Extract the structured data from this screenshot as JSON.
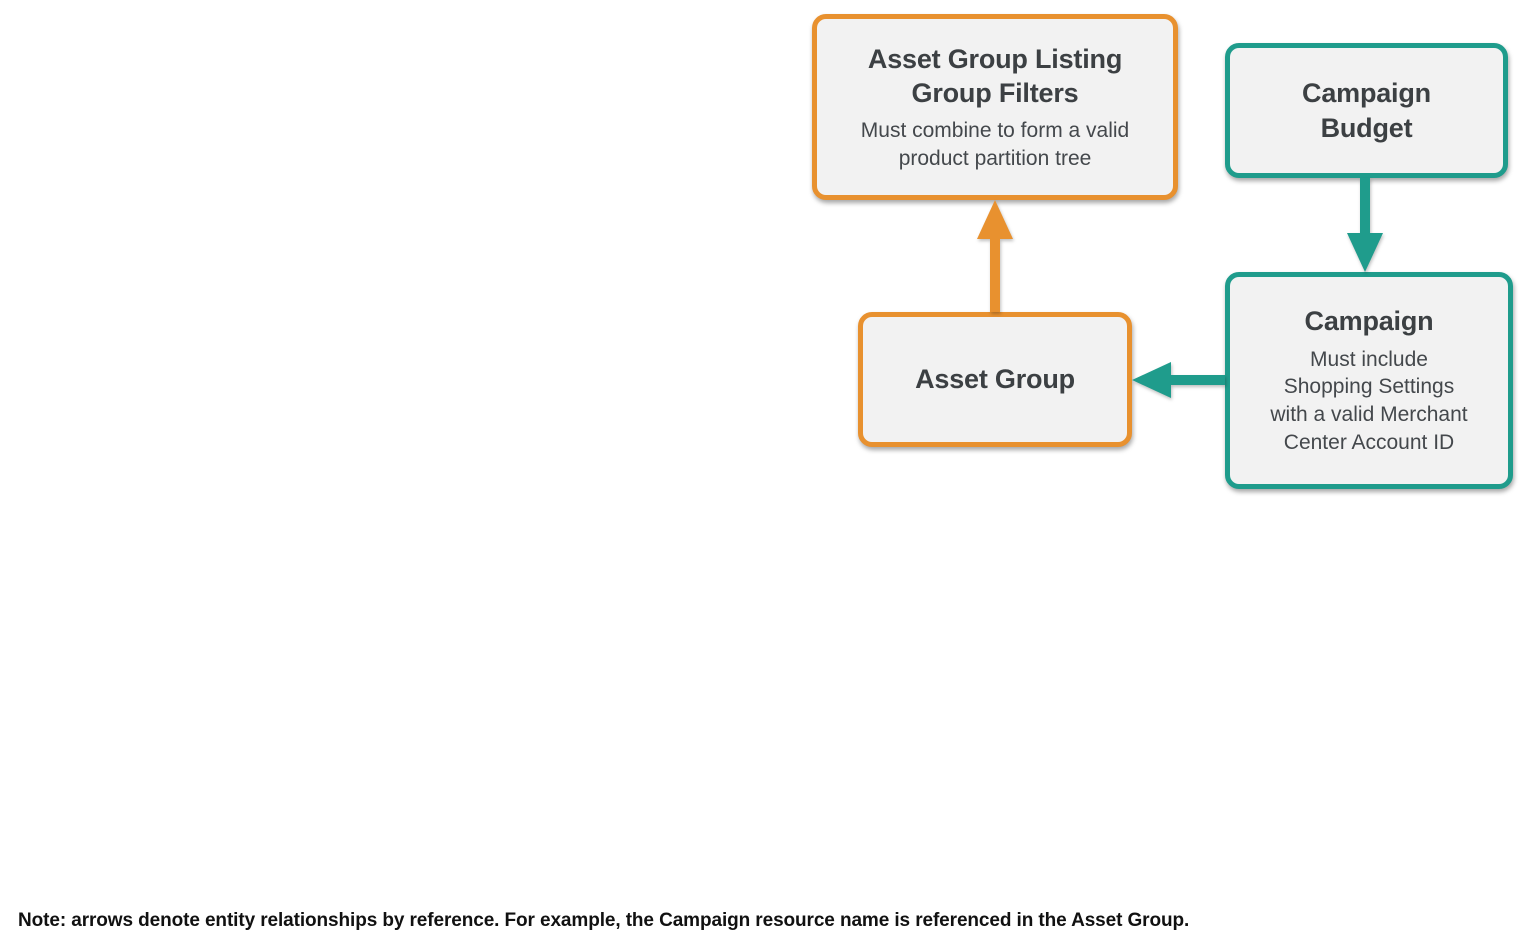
{
  "colors": {
    "orange": "#E8912F",
    "teal": "#1F9C8C",
    "box-bg": "#F2F2F2",
    "title-text": "#3C4043",
    "subtitle-text": "#44484C",
    "note-text": "#111111",
    "page-bg": "#FFFFFF"
  },
  "diagram": {
    "nodes": {
      "listing_filters": {
        "title": "Asset Group Listing\nGroup Filters",
        "subtitle": "Must combine to form a valid\nproduct partition tree",
        "accent": "orange"
      },
      "campaign_budget": {
        "title": "Campaign\nBudget",
        "accent": "teal"
      },
      "campaign": {
        "title": "Campaign",
        "subtitle": "Must include\nShopping Settings\nwith a valid Merchant\nCenter Account ID",
        "accent": "teal"
      },
      "asset_group": {
        "title": "Asset Group",
        "accent": "orange"
      }
    },
    "arrows": [
      {
        "name": "asset-group-to-listing-filters",
        "color": "orange",
        "direction": "up"
      },
      {
        "name": "campaign-budget-to-campaign",
        "color": "teal",
        "direction": "down"
      },
      {
        "name": "campaign-to-asset-group",
        "color": "teal",
        "direction": "left"
      }
    ]
  },
  "note": "Note: arrows denote entity relationships by reference. For example, the Campaign resource name is referenced in the Asset Group."
}
